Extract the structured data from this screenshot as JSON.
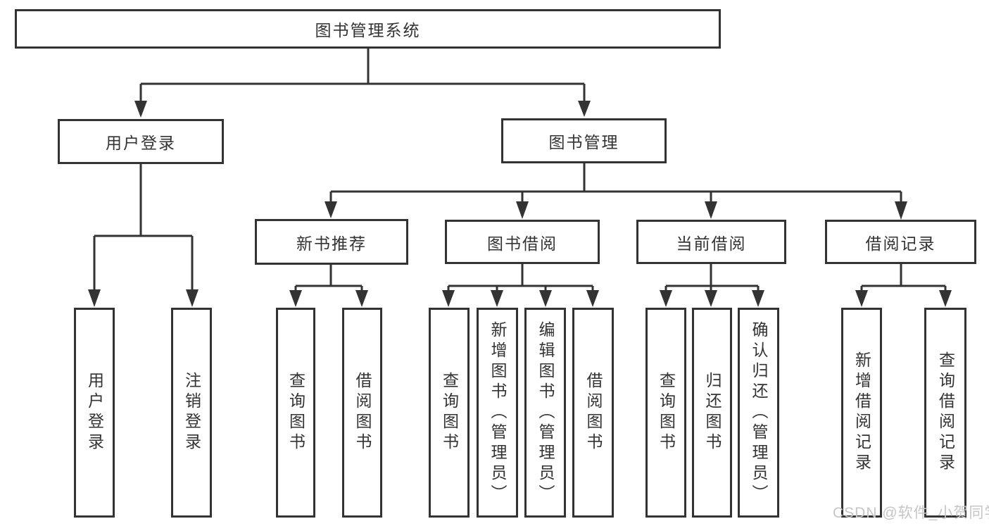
{
  "diagram": {
    "tree": {
      "label": "图书管理系统",
      "children": [
        {
          "label": "用户登录",
          "children": [
            {
              "label": "用户登录"
            },
            {
              "label": "注销登录"
            }
          ]
        },
        {
          "label": "图书管理",
          "children": [
            {
              "label": "新书推荐",
              "children": [
                {
                  "label": "查询图书"
                },
                {
                  "label": "借阅图书"
                }
              ]
            },
            {
              "label": "图书借阅",
              "children": [
                {
                  "label": "查询图书"
                },
                {
                  "label": "新增图书（管理员）"
                },
                {
                  "label": "编辑图书（管理员）"
                },
                {
                  "label": "借阅图书"
                }
              ]
            },
            {
              "label": "当前借阅",
              "children": [
                {
                  "label": "查询图书"
                },
                {
                  "label": "归还图书"
                },
                {
                  "label": "确认归还（管理员）"
                }
              ]
            },
            {
              "label": "借阅记录",
              "children": [
                {
                  "label": "新增借阅记录"
                },
                {
                  "label": "查询借阅记录"
                }
              ]
            }
          ]
        }
      ]
    },
    "watermark": "CSDN @软件_小贺同学",
    "colors": {
      "line": "#333333",
      "text": "#333333",
      "background": "#ffffff",
      "watermark": "#c6c6c6"
    }
  }
}
